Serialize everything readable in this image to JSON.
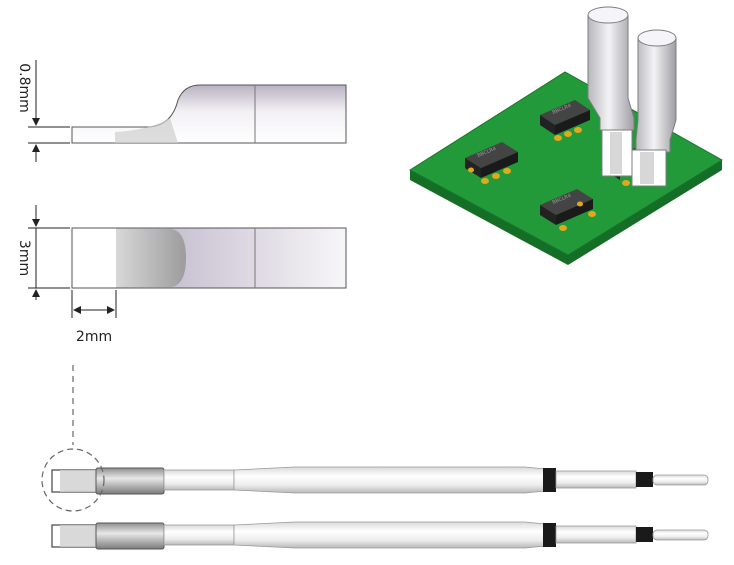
{
  "labels": {
    "thickness": "0.8mm",
    "width": "3mm",
    "length": "2mm"
  },
  "ic_marking": "BBCLR4",
  "colors": {
    "pcb": "#239a3a",
    "pcb_edge": "#156e26",
    "chip": "#2a2a2a",
    "pad": "#e2a81c",
    "metal_dark": "#a9a7ad",
    "metal_light": "#f4f3f5",
    "band": "#1a1a1a"
  }
}
